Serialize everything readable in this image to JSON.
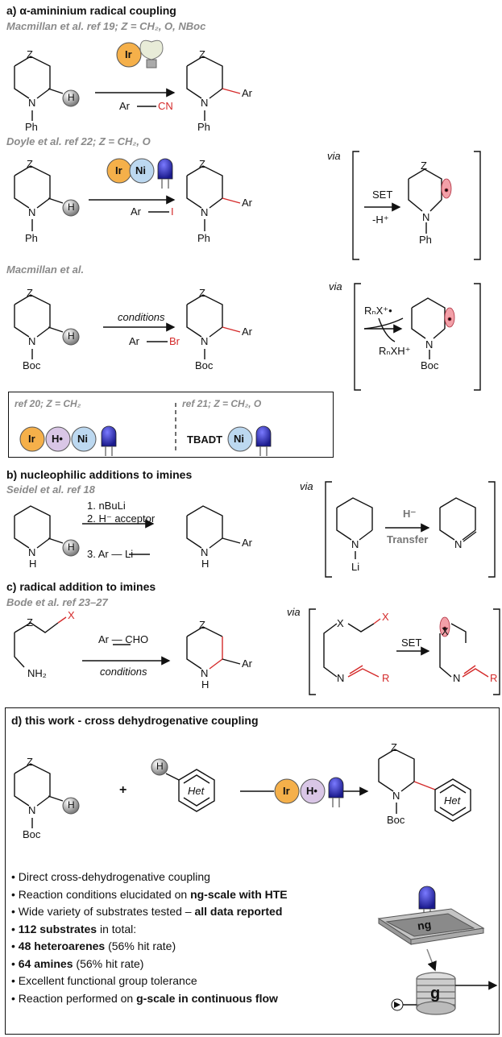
{
  "a": {
    "title": "a) α-amininium radical coupling",
    "ref1": "Macmillan et al. ref 19; Z = CH₂, O, NBoc",
    "ref2": "Doyle et al. ref 22; Z = CH₂, O",
    "ref3": "Macmillan et al.",
    "reagent_cn_ar": "Ar",
    "reagent_cn": "CN",
    "reagent_i_ar": "Ar",
    "reagent_i": "I",
    "reagent_br_ar": "Ar",
    "reagent_br": "Br",
    "conditions": "conditions",
    "via": "via",
    "set": "SET",
    "minus_h": "-H⁺",
    "rnx": "RₙX⁺•",
    "rnxh": "RₙXH⁺",
    "box_ref20": "ref 20; Z = CH₂",
    "box_ref21": "ref 21;  Z = CH₂, O",
    "tbadt": "TBADT"
  },
  "b": {
    "title": "b) nucleophilic additions to imines",
    "ref": "Seidel  et al. ref 18",
    "step1": "1. nBuLi",
    "step2": "2. H⁻ acceptor",
    "step3": "3.  Ar — Li",
    "via": "via",
    "h_minus": "H⁻",
    "transfer": "Transfer",
    "li": "Li"
  },
  "c": {
    "title": "c) radical addition to imines",
    "ref": "Bode et al. ref 23–27",
    "reagent": "Ar — CHO",
    "conditions": "conditions",
    "via": "via",
    "set": "SET"
  },
  "d": {
    "title": "d) this work - cross dehydrogenative coupling",
    "het": "Het",
    "bullets": [
      {
        "pre": "Direct cross-dehydrogenative coupling",
        "bold": "",
        "post": ""
      },
      {
        "pre": "Reaction conditions elucidated on ",
        "bold": "ng-scale with HTE",
        "post": ""
      },
      {
        "pre": "Wide variety of substrates tested – ",
        "bold": "all data reported",
        "post": ""
      },
      {
        "pre": "",
        "bold": "112 substrates",
        "post": " in total:"
      },
      {
        "pre": "",
        "bold": "48 heteroarenes",
        "post": " (56% hit rate)"
      },
      {
        "pre": "",
        "bold": "64 amines",
        "post": " (56% hit rate)"
      },
      {
        "pre": "Excellent functional group tolerance",
        "bold": "",
        "post": ""
      },
      {
        "pre": "Reaction performed on ",
        "bold": "g-scale in continuous flow",
        "post": ""
      }
    ],
    "ng": "ng",
    "g": "g"
  },
  "labels": {
    "z": "Z",
    "n": "N",
    "ph": "Ph",
    "boc": "Boc",
    "h": "H",
    "ar": "Ar",
    "x": "X",
    "r": "R",
    "nh2": "NH₂",
    "ir": "Ir",
    "ni": "Ni",
    "hdot": "H•",
    "plus": "+"
  },
  "colors": {
    "ir": "#f5b04a",
    "ni": "#bcd8f0",
    "h": "#d9c6e6",
    "bond_red": "#d42a2a",
    "led": "#2a2aa8"
  }
}
